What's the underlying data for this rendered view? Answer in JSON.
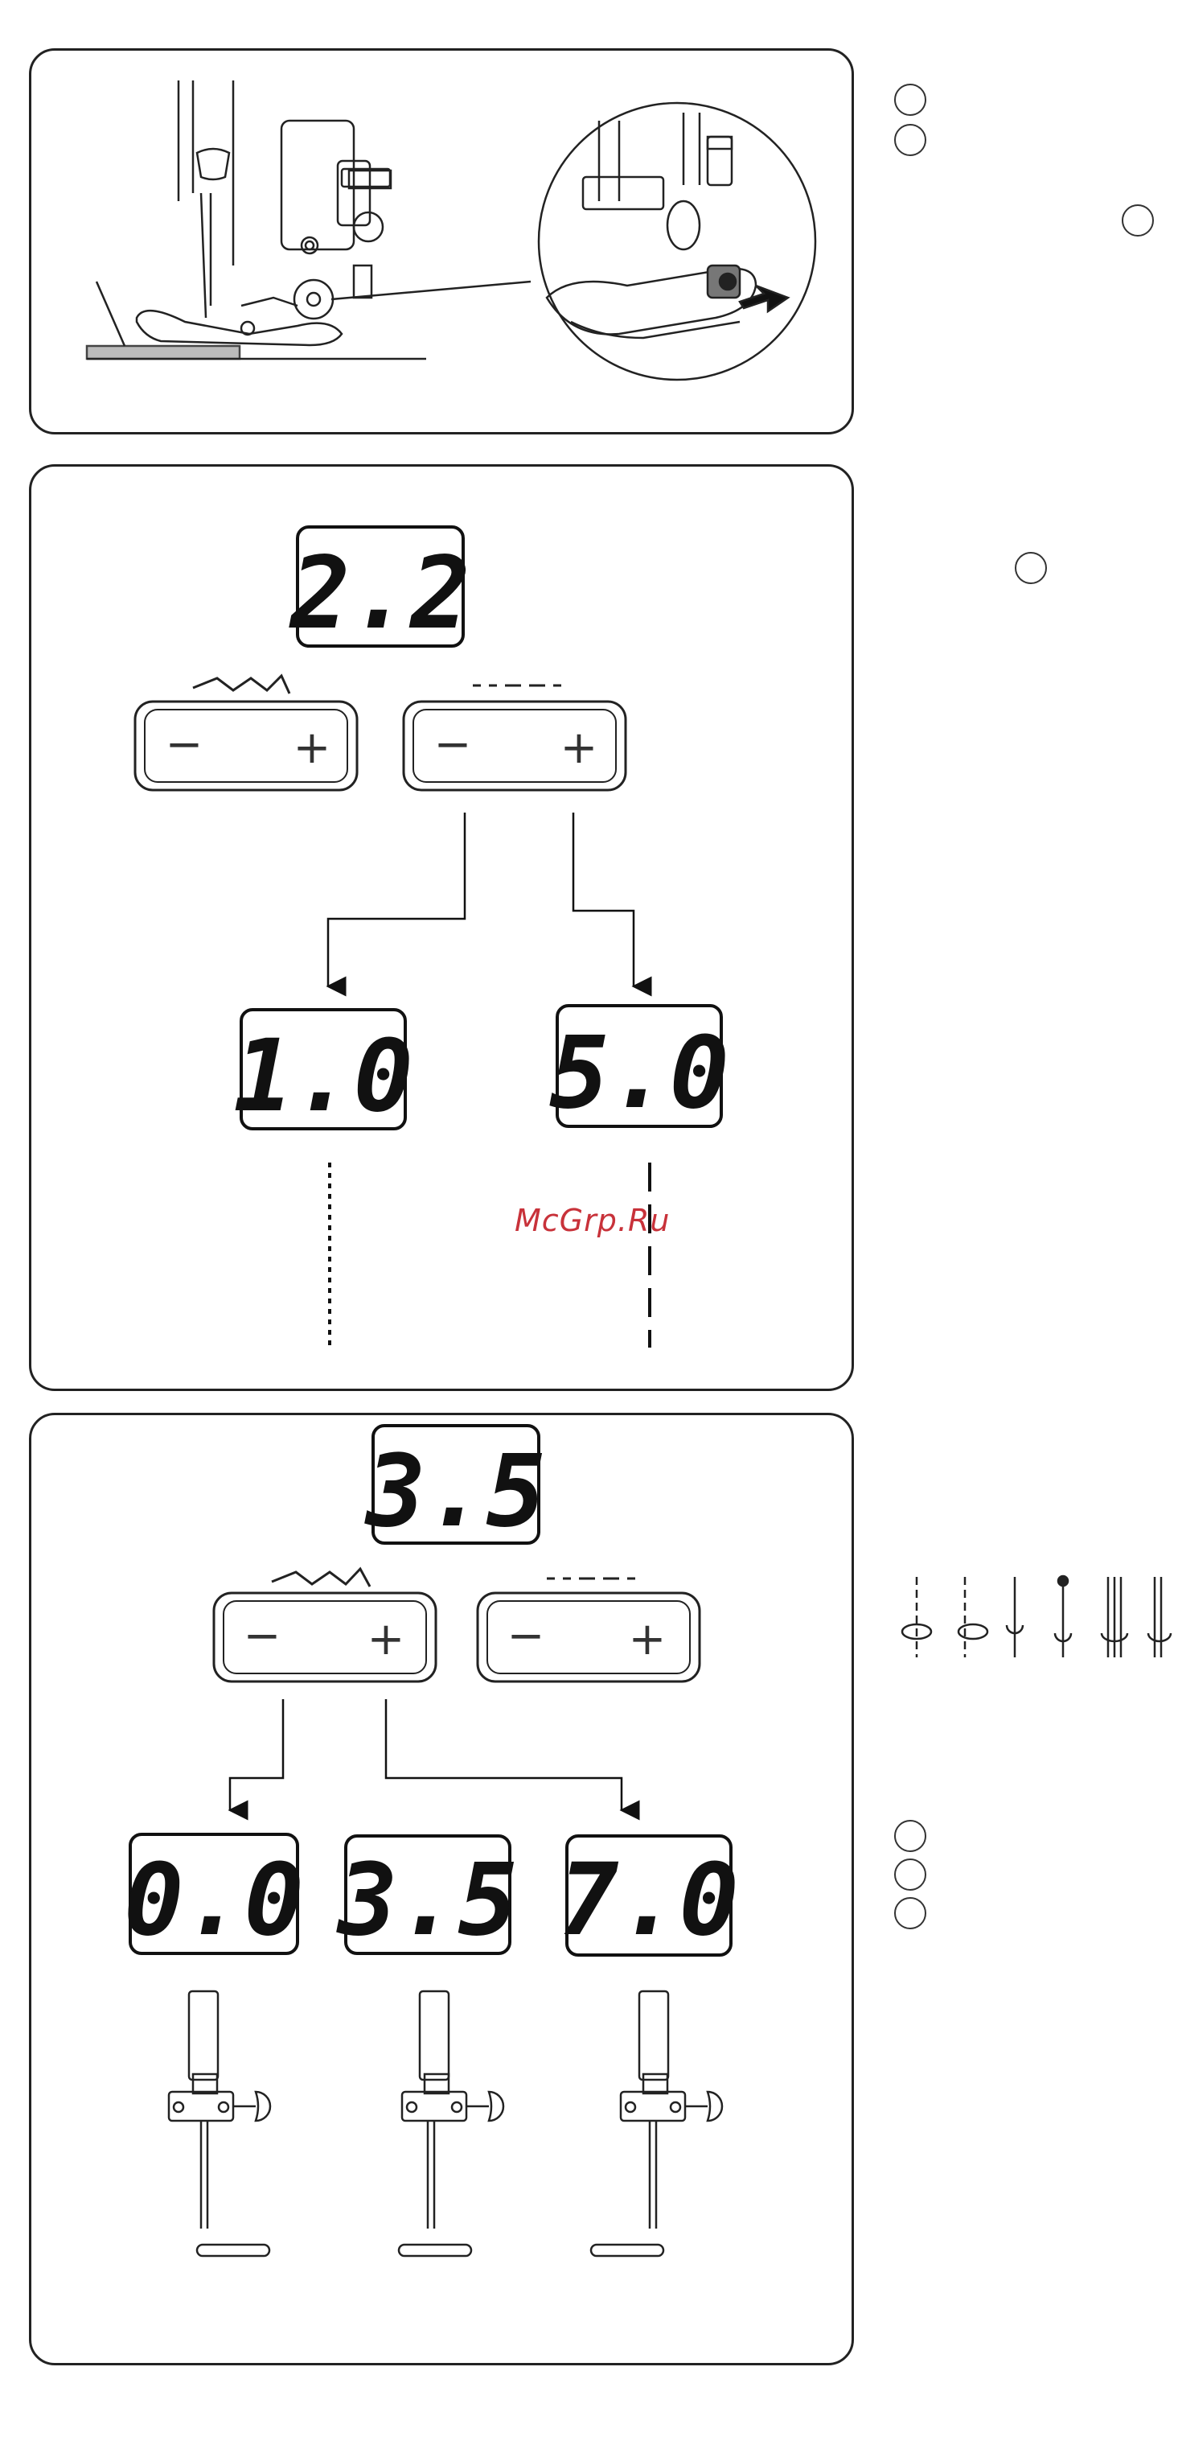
{
  "panel2": {
    "display_top": "2.2",
    "display_left": "1.0",
    "display_right": "5.0",
    "minus": "−",
    "plus": "+"
  },
  "panel3": {
    "display_top": "3.5",
    "display_a": "0.0",
    "display_b": "3.5",
    "display_c": "7.0",
    "minus": "−",
    "plus": "+"
  },
  "watermark": "McGrp.Ru"
}
